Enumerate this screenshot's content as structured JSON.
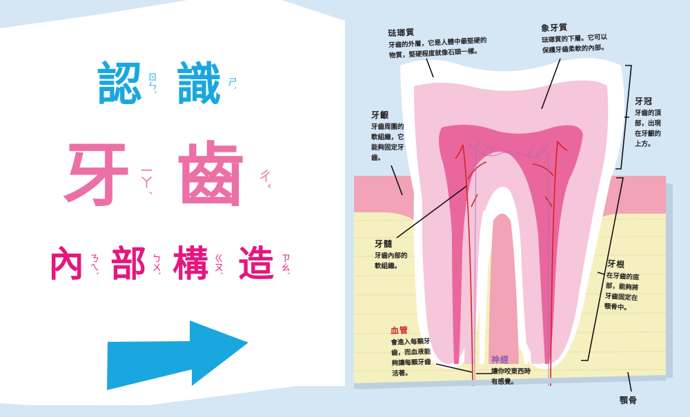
{
  "title": {
    "line1": {
      "chars": [
        "認",
        "識"
      ],
      "zhuyin": [
        "ㄖㄣˋ",
        "ㄕˋ"
      ],
      "color": "#1aa7e0"
    },
    "line2": {
      "chars": [
        "牙",
        "齒"
      ],
      "zhuyin": [
        "ㄧㄚˊ",
        "ㄔˇ"
      ],
      "color": "#ec6fa5"
    },
    "line3": {
      "chars": [
        "內",
        "部",
        "構",
        "造"
      ],
      "zhuyin": [
        "ㄋㄟˋ",
        "ㄅㄨˋ",
        "ㄍㄡˋ",
        "ㄗㄠˋ"
      ],
      "color": "#e6167f"
    }
  },
  "arrow": {
    "icon": "right-arrow-icon",
    "color": "#1aa7e0"
  },
  "colors": {
    "background": "#d5e6f5",
    "panel": "#ffffff",
    "enamel": "#ffffff",
    "dentin": "#f6c6da",
    "pulp": "#e9679d",
    "gum": "#f2a3b6",
    "bone": "#f5f0c0",
    "blood_vessel": "#d2232a",
    "nerve": "#9b6fc0",
    "leader_line": "#111111"
  },
  "labels": {
    "enamel": {
      "term": "琺瑯質",
      "desc": [
        "牙齒的外層，它是人體中最堅硬的",
        "物質，堅硬程度就像石頭一樣。"
      ]
    },
    "dentin": {
      "term": "象牙質",
      "desc": [
        "琺瑯質的下層。它可以",
        "保護牙齒柔軟的內部。"
      ]
    },
    "crown": {
      "term": "牙冠",
      "desc": [
        "牙齒的頂",
        "部，出現",
        "在牙齦的",
        "上方。"
      ]
    },
    "gum": {
      "term": "牙齦",
      "desc": [
        "牙齒周圍的",
        "軟組織，它",
        "能夠固定牙",
        "齒。"
      ]
    },
    "pulp": {
      "term": "牙髓",
      "desc": [
        "牙齒內部的",
        "軟組織。"
      ]
    },
    "root": {
      "term": "牙根",
      "desc": [
        "在牙齒的底",
        "部，能夠將",
        "牙齒固定在",
        "顎骨中。"
      ]
    },
    "blood_vessel": {
      "term": "血管",
      "desc": [
        "會進入每顆牙",
        "齒，而血液能",
        "夠讓每顆牙齒",
        "活著。"
      ]
    },
    "nerve": {
      "term": "神經",
      "desc": [
        "讓你咬東西時",
        "有感覺。"
      ]
    },
    "jawbone": {
      "term": "顎骨",
      "desc": []
    }
  }
}
